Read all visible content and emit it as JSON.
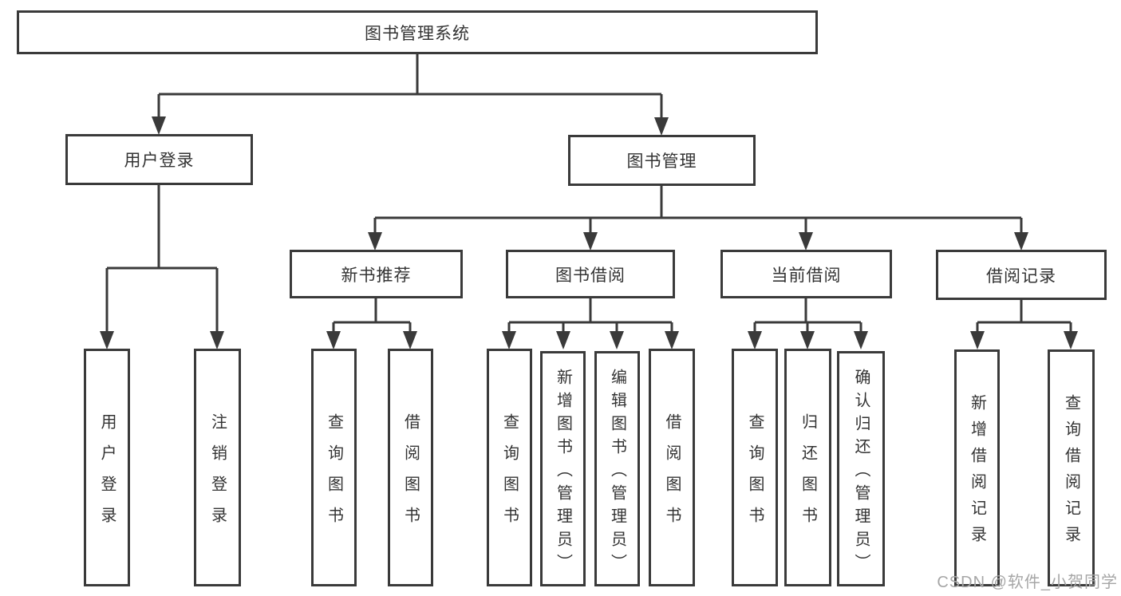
{
  "diagram": {
    "type": "hierarchy-tree",
    "root": {
      "label": "图书管理系统"
    },
    "user_login": {
      "label": "用户登录",
      "children": [
        {
          "label": "用户登录"
        },
        {
          "label": "注销登录"
        }
      ]
    },
    "book_management": {
      "label": "图书管理"
    },
    "new_book_recommend": {
      "label": "新书推荐",
      "children": [
        {
          "label": "查询图书"
        },
        {
          "label": "借阅图书"
        }
      ]
    },
    "book_borrowing": {
      "label": "图书借阅",
      "children": [
        {
          "label": "查询图书"
        },
        {
          "label": "新增图书（管理员）"
        },
        {
          "label": "编辑图书（管理员）"
        },
        {
          "label": "借阅图书"
        }
      ]
    },
    "current_borrowing": {
      "label": "当前借阅",
      "children": [
        {
          "label": "查询图书"
        },
        {
          "label": "归还图书"
        },
        {
          "label": "确认归还（管理员）"
        }
      ]
    },
    "borrowing_records": {
      "label": "借阅记录",
      "children": [
        {
          "label": "新增借阅记录"
        },
        {
          "label": "查询借阅记录"
        }
      ]
    },
    "colors": {
      "line": "#3a3a3a",
      "box_border": "#3a3a3a",
      "text": "#333333",
      "background": "#ffffff",
      "watermark_text": "#a6a6a6"
    }
  },
  "watermark": {
    "text": "CSDN @软件_小贺同学"
  }
}
